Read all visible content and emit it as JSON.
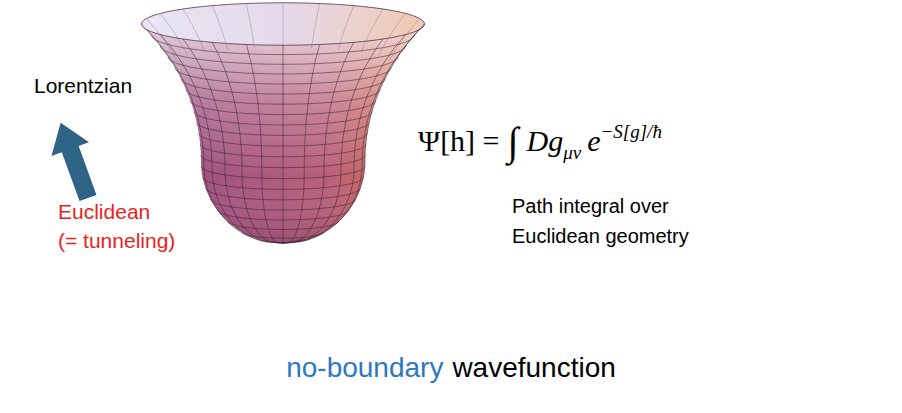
{
  "diagram": {
    "labels": [
      "Lorentzian",
      "Euclidean",
      "(= tunneling)",
      "Ψ[h] =",
      "∫",
      "D",
      "g",
      "μν",
      "e",
      "−S[g]/ħ",
      "Path integral over Euclidean geometry",
      "no-boundary",
      "wavefunction"
    ]
  }
}
